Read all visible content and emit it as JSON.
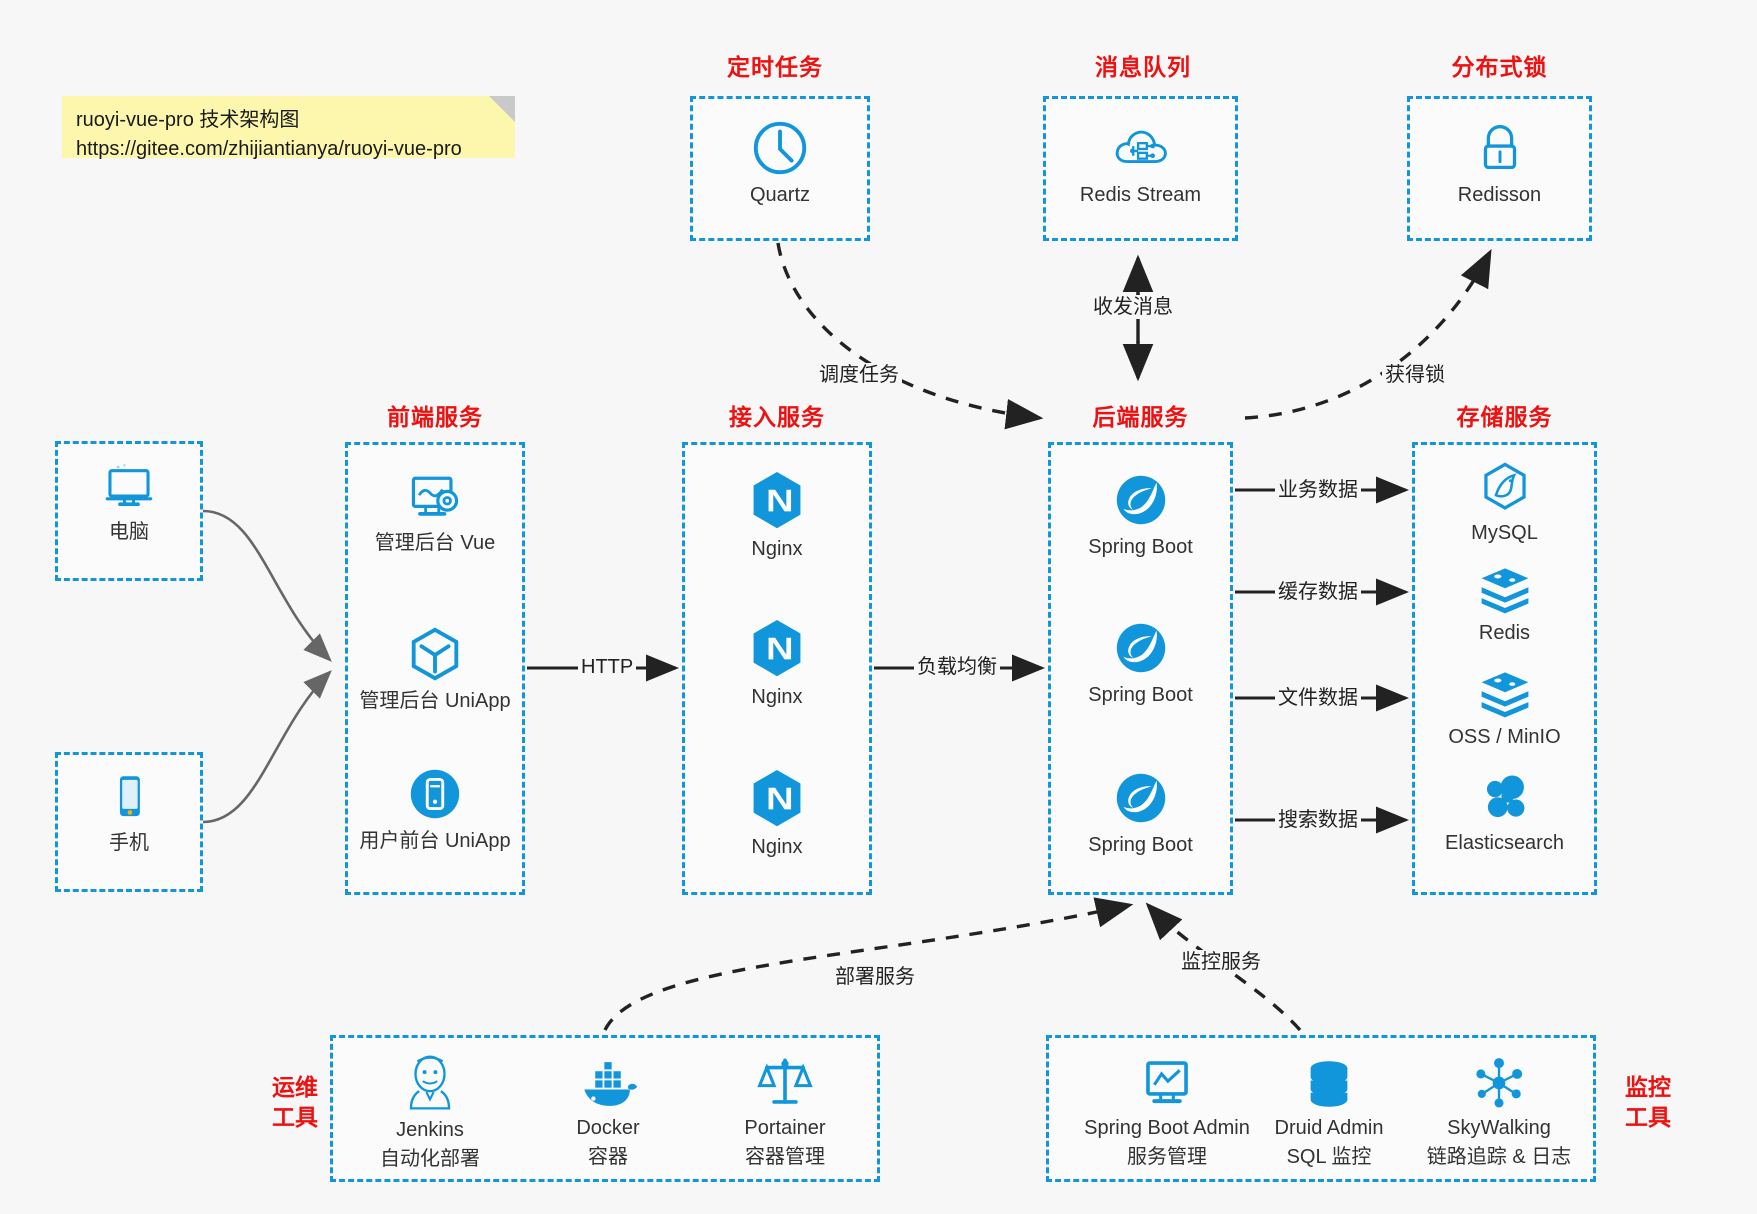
{
  "note": {
    "line1": "ruoyi-vue-pro 技术架构图",
    "line2": "https://gitee.com/zhijiantianya/ruoyi-vue-pro"
  },
  "colors": {
    "accent_blue": "#1296db",
    "title_red": "#ee1111",
    "note_yellow": "#fcf7ad",
    "background": "#f7f7f7",
    "connector": "#222222"
  },
  "groups": {
    "scheduler": {
      "title": "定时任务",
      "items": [
        {
          "label": "Quartz",
          "icon": "clock-icon"
        }
      ]
    },
    "mq": {
      "title": "消息队列",
      "items": [
        {
          "label": "Redis Stream",
          "icon": "cloud-network-icon"
        }
      ]
    },
    "lock": {
      "title": "分布式锁",
      "items": [
        {
          "label": "Redisson",
          "icon": "lock-icon"
        }
      ]
    },
    "clients": {
      "items": [
        {
          "label": "电脑",
          "icon": "desktop-monitor-icon"
        },
        {
          "label": "手机",
          "icon": "mobile-phone-icon"
        }
      ]
    },
    "frontend": {
      "title": "前端服务",
      "items": [
        {
          "label": "管理后台 Vue",
          "icon": "dashboard-gear-icon"
        },
        {
          "label": "管理后台 UniApp",
          "icon": "hexagon-cube-icon"
        },
        {
          "label": "用户前台 UniApp",
          "icon": "mobile-circle-icon"
        }
      ]
    },
    "gateway": {
      "title": "接入服务",
      "items": [
        {
          "label": "Nginx",
          "icon": "nginx-icon"
        },
        {
          "label": "Nginx",
          "icon": "nginx-icon"
        },
        {
          "label": "Nginx",
          "icon": "nginx-icon"
        }
      ]
    },
    "backend": {
      "title": "后端服务",
      "items": [
        {
          "label": "Spring Boot",
          "icon": "spring-leaf-icon"
        },
        {
          "label": "Spring Boot",
          "icon": "spring-leaf-icon"
        },
        {
          "label": "Spring Boot",
          "icon": "spring-leaf-icon"
        }
      ]
    },
    "storage": {
      "title": "存储服务",
      "items": [
        {
          "label": "MySQL",
          "icon": "mysql-dolphin-icon"
        },
        {
          "label": "Redis",
          "icon": "redis-stack-icon"
        },
        {
          "label": "OSS / MinIO",
          "icon": "redis-stack-icon"
        },
        {
          "label": "Elasticsearch",
          "icon": "elasticsearch-icon"
        }
      ]
    },
    "devops": {
      "title": "运维\n工具",
      "title_line1": "运维",
      "title_line2": "工具",
      "items": [
        {
          "label": "Jenkins",
          "sub": "自动化部署",
          "icon": "jenkins-butler-icon"
        },
        {
          "label": "Docker",
          "sub": "容器",
          "icon": "docker-whale-icon"
        },
        {
          "label": "Portainer",
          "sub": "容器管理",
          "icon": "scales-icon"
        }
      ]
    },
    "monitor": {
      "title_line1": "监控",
      "title_line2": "工具",
      "items": [
        {
          "label": "Spring Boot Admin",
          "sub": "服务管理",
          "icon": "monitor-chart-icon"
        },
        {
          "label": "Druid Admin",
          "sub": "SQL 监控",
          "icon": "database-cylinder-icon"
        },
        {
          "label": "SkyWalking",
          "sub": "链路追踪 & 日志",
          "icon": "skywalking-node-icon"
        }
      ]
    }
  },
  "edges": {
    "http": "HTTP",
    "load_balance": "负载均衡",
    "schedule_task": "调度任务",
    "send_receive_message": "收发消息",
    "acquire_lock": "获得锁",
    "business_data": "业务数据",
    "cache_data": "缓存数据",
    "file_data": "文件数据",
    "search_data": "搜索数据",
    "deploy_service": "部署服务",
    "monitor_service": "监控服务"
  }
}
